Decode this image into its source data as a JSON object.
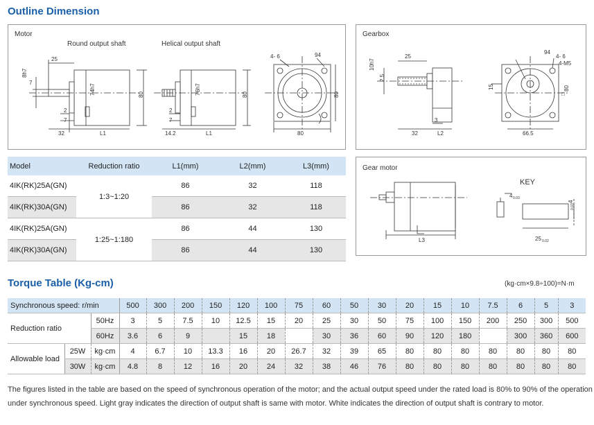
{
  "outline": {
    "title": "Outline Dimension",
    "motor_panel": {
      "label": "Motor",
      "round_caption": "Round output shaft",
      "helical_caption": "Helical output shaft",
      "dims": {
        "d_8h7": "8h7",
        "d_25": "25",
        "d_7": "7",
        "d_74h7": "74h7",
        "d_80": "80",
        "d_2": "2",
        "d_7b": "7",
        "d_32": "32",
        "d_L1": "L1",
        "d_76h7": "76h7",
        "d_142": "14.2",
        "d_4_6": "4- 6",
        "d_94": "94"
      }
    },
    "gearbox_panel": {
      "label": "Gearbox",
      "dims": {
        "d_10h7": "10h7",
        "d_25": "25",
        "d_25b": "2.5",
        "d_15": "15",
        "d_32": "32",
        "d_L2": "L2",
        "d_3": "3",
        "d_94": "94",
        "d_4_6": "4- 6",
        "d_4m5": "4-M5",
        "d_80": "80",
        "d_665": "66.5",
        "d_box": "□"
      }
    },
    "gearmotor_panel": {
      "label": "Gear motor",
      "key_label": "KEY",
      "dims": {
        "d_L3": "L3",
        "d_4": "4",
        "d_4sub": "0.03",
        "d_25": "25",
        "d_25sub": "0.02"
      }
    }
  },
  "spec_table": {
    "headers": [
      "Model",
      "Reduction ratio",
      "L1(mm)",
      "L2(mm)",
      "L3(mm)"
    ],
    "rows": [
      {
        "model": "4IK(RK)25A(GN)",
        "l1": "86",
        "l2": "32",
        "l3": "118"
      },
      {
        "model": "4IK(RK)30A(GN)",
        "l1": "86",
        "l2": "32",
        "l3": "118"
      },
      {
        "model": "4IK(RK)25A(GN)",
        "l1": "86",
        "l2": "44",
        "l3": "130"
      },
      {
        "model": "4IK(RK)30A(GN)",
        "l1": "86",
        "l2": "44",
        "l3": "130"
      }
    ],
    "ratio_groups": [
      "1:3~1:20",
      "1:25~1:180"
    ]
  },
  "torque": {
    "title": "Torque Table (Kg-cm)",
    "conversion": "(kg·cm×9.8÷100)=N·m",
    "sync_label": "Synchronous speed: r/min",
    "speeds": [
      "500",
      "300",
      "200",
      "150",
      "120",
      "100",
      "75",
      "60",
      "50",
      "30",
      "20",
      "15",
      "10",
      "7.5",
      "6",
      "5",
      "3"
    ],
    "ratio_label": "Reduction ratio",
    "hz50_label": "50Hz",
    "hz60_label": "60Hz",
    "ratio_50": [
      "3",
      "5",
      "7.5",
      "10",
      "12.5",
      "15",
      "20",
      "25",
      "30",
      "50",
      "75",
      "100",
      "150",
      "200",
      "250",
      "300",
      "500"
    ],
    "ratio_60": [
      "3.6",
      "6",
      "9",
      "",
      "15",
      "18",
      "",
      "30",
      "36",
      "60",
      "90",
      "120",
      "180",
      "",
      "300",
      "360",
      "600"
    ],
    "load_label": "Allowable load",
    "w25_label": "25W",
    "w30_label": "30W",
    "unit": "kg·cm",
    "load_25": [
      "4",
      "6.7",
      "10",
      "13.3",
      "16",
      "20",
      "26.7",
      "32",
      "39",
      "65",
      "80",
      "80",
      "80",
      "80",
      "80",
      "80",
      "80"
    ],
    "load_30": [
      "4.8",
      "8",
      "12",
      "16",
      "20",
      "24",
      "32",
      "38",
      "46",
      "76",
      "80",
      "80",
      "80",
      "80",
      "80",
      "80",
      "80"
    ]
  },
  "note": {
    "line1": "The figures listed in the table are based on the speed of synchronous operation of the motor; and the actual output speed under the rated load is 80% to 90% of the operation",
    "line2": "under synchronous speed. Light gray indicates the direction of output shaft is same with motor. White indicates the direction of output shaft is contrary to motor."
  }
}
